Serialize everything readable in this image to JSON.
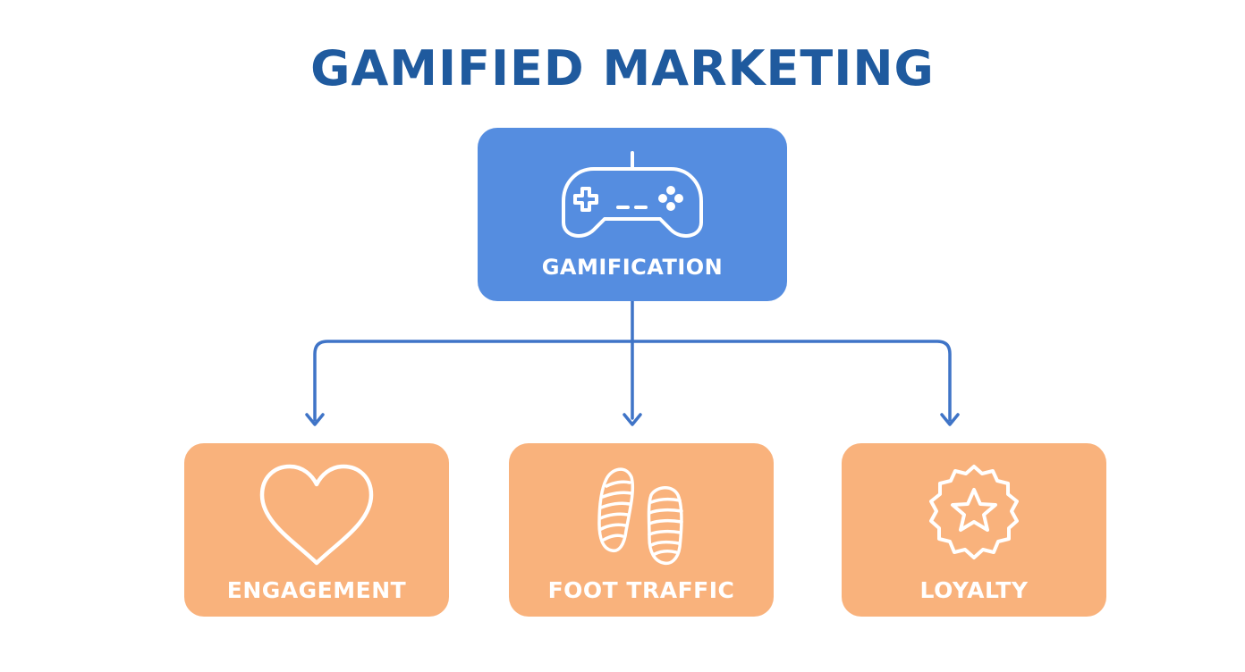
{
  "title": "GAMIFIED MARKETING",
  "colors": {
    "title": "#1f5a9e",
    "primary_box": "#558de0",
    "secondary_box": "#f9b27c",
    "connector": "#3f74c7",
    "icon_stroke": "#ffffff"
  },
  "root": {
    "label": "GAMIFICATION",
    "icon": "gamepad-icon"
  },
  "children": [
    {
      "label": "ENGAGEMENT",
      "icon": "heart-icon"
    },
    {
      "label": "FOOT TRAFFIC",
      "icon": "footprints-icon"
    },
    {
      "label": "LOYALTY",
      "icon": "star-badge-icon"
    }
  ]
}
